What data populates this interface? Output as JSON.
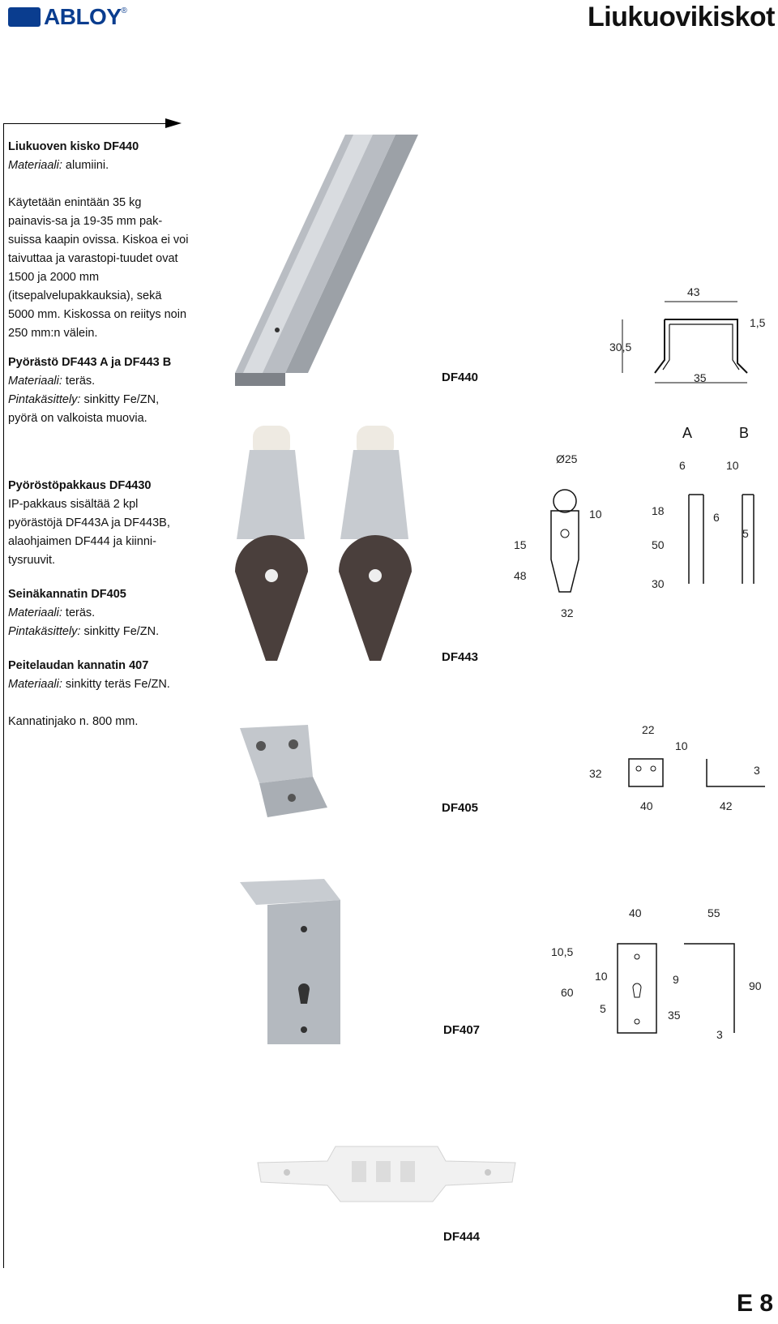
{
  "header": {
    "brand": "ABLOY",
    "title": "Liukuovikiskot"
  },
  "sections": [
    {
      "heading": "Liukuoven kisko DF440",
      "material_label": "Materiaali:",
      "material_value": " alumiini.",
      "body": "Käytetään enintään 35 kg painavis-sa ja 19-35 mm pak-suissa kaapin ovissa. Kiskoa ei voi taivuttaa ja varastopi-tuudet ovat 1500 ja 2000 mm (itsepalvelupakkauksia), sekä 5000 mm. Kiskossa on reiitys noin 250 mm:n välein."
    },
    {
      "heading": "Pyörästö DF443 A ja DF443 B",
      "material_label": "Materiaali:",
      "material_value": " teräs.",
      "treatment_label": "Pintakäsittely:",
      "treatment_value": " sinkitty Fe/ZN,",
      "extra": "pyörä on valkoista muovia."
    },
    {
      "heading": "Pyöröstöpakkaus DF4430",
      "body": "IP-pakkaus sisältää 2 kpl pyörästöjä DF443A ja DF443B, alaohjaimen DF444 ja kiinni-tysruuvit."
    },
    {
      "heading": "Seinäkannatin DF405",
      "material_label": "Materiaali:",
      "material_value": " teräs.",
      "treatment_label": "Pintakäsittely:",
      "treatment_value": " sinkitty Fe/ZN."
    },
    {
      "heading": "Peitelaudan kannatin 407",
      "material_label": "Materiaali:",
      "material_value": " sinkitty teräs Fe/ZN.",
      "extra": "Kannatinjako n. 800 mm."
    }
  ],
  "products": {
    "df440": {
      "label": "DF440",
      "dims": {
        "width": "43",
        "height": "30,5",
        "thickness": "1,5",
        "opening": "35"
      }
    },
    "df443": {
      "label": "DF443",
      "dims": {
        "diameter": "Ø25",
        "d10": "10",
        "d15": "15",
        "d48": "48",
        "d32": "32",
        "a_label": "A",
        "b_label": "B",
        "a_top": "6",
        "b_top": "10",
        "d18": "18",
        "d6": "6",
        "d5": "5",
        "d50": "50",
        "d30": "30"
      }
    },
    "df405": {
      "label": "DF405",
      "dims": {
        "d22": "22",
        "d10": "10",
        "d32": "32",
        "d3": "3",
        "d40": "40",
        "d42": "42"
      }
    },
    "df407": {
      "label": "DF407",
      "dims": {
        "d40": "40",
        "d55": "55",
        "d105": "10,5",
        "d10": "10",
        "d9": "9",
        "d60": "60",
        "d90": "90",
        "d5": "5",
        "d35": "35",
        "d3": "3"
      }
    },
    "df444": {
      "label": "DF444"
    }
  },
  "footer": {
    "page_number": "E 8"
  },
  "colors": {
    "brand_blue": "#0a3d8f",
    "steel": "#b9bdc3",
    "dark_plate": "#4a3f3c"
  }
}
